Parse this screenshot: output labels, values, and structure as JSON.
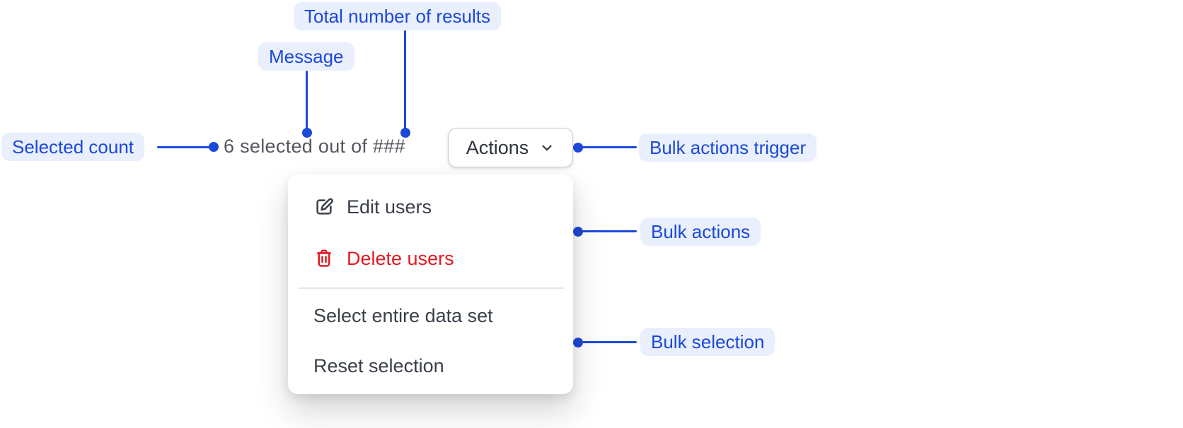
{
  "colors": {
    "annotation_blue": "#1b49d8",
    "annotation_bg": "#e9effd",
    "connector_blue": "#1c49d8",
    "message_gray": "#55575e",
    "menu_text": "#3a3f4a",
    "danger_red": "#e01b22",
    "button_border": "#c9ccd1",
    "button_text": "#2f343d",
    "divider_gray": "#e5e6e8"
  },
  "callouts": {
    "total_results": "Total number of results",
    "message": "Message",
    "selected_count": "Selected count",
    "bulk_actions_trigger": "Bulk actions trigger",
    "bulk_actions": "Bulk actions",
    "bulk_selection": "Bulk selection"
  },
  "bulk_bar": {
    "message": "6 selected out of ###",
    "actions_button_label": "Actions"
  },
  "menu": {
    "items": [
      {
        "label": "Edit users",
        "icon": "edit-icon"
      },
      {
        "label": "Delete users",
        "icon": "trash-icon"
      },
      {
        "label": "Select entire data set"
      },
      {
        "label": "Reset selection"
      }
    ]
  }
}
